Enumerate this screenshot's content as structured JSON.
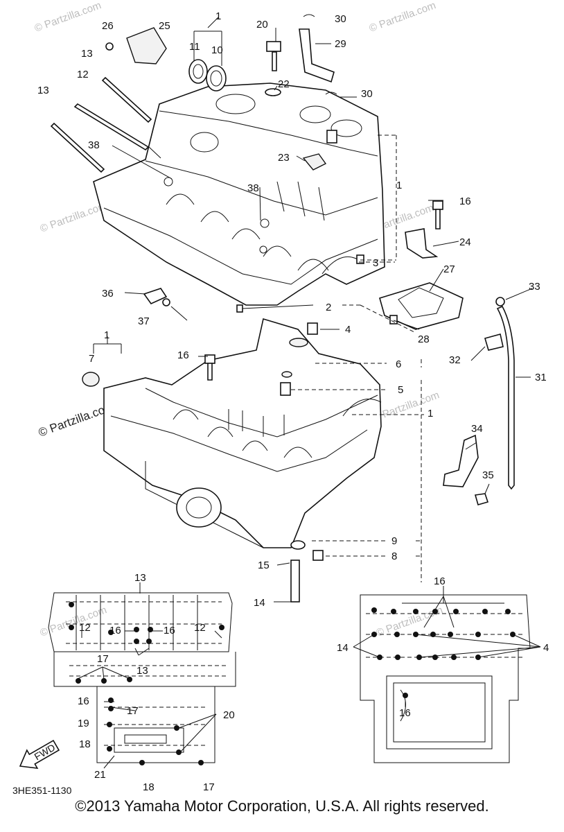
{
  "watermark": {
    "text": "© Partzilla.com",
    "prominent": "© Partzilla.com"
  },
  "diagram_code": "3HE351-1130",
  "fwd_label": "FWD",
  "copyright": "©2013 Yamaha Motor Corporation, U.S.A. All rights reserved.",
  "callouts": {
    "c1a": "1",
    "c1b": "1",
    "c1c": "1",
    "c1d": "1",
    "c2": "2",
    "c3": "3",
    "c4": "4",
    "c5": "5",
    "c6": "6",
    "c7": "7",
    "c8": "8",
    "c9": "9",
    "c10": "10",
    "c11": "11",
    "c12": "12",
    "c13a": "13",
    "c13b": "13",
    "c14": "14",
    "c15": "15",
    "c16a": "16",
    "c16b": "16",
    "c20": "20",
    "c22": "22",
    "c23": "23",
    "c24": "24",
    "c25": "25",
    "c26": "26",
    "c27": "27",
    "c28": "28",
    "c29": "29",
    "c30a": "30",
    "c30b": "30",
    "c31": "31",
    "c32": "32",
    "c33": "33",
    "c34": "34",
    "c35": "35",
    "c36": "36",
    "c37": "37",
    "c38a": "38",
    "c38b": "38"
  },
  "inset_left": {
    "l13top": "13",
    "l12a": "12",
    "l16a": "16",
    "l16b": "16",
    "l12b": "12",
    "l17a": "17",
    "l13b": "13",
    "l16c": "16",
    "l17b": "17",
    "l19": "19",
    "l18a": "18",
    "l20": "20",
    "l21": "21",
    "l18b": "18",
    "l17c": "17"
  },
  "inset_right": {
    "r16top": "16",
    "r14": "14",
    "r4": "4",
    "r16b": "16"
  }
}
